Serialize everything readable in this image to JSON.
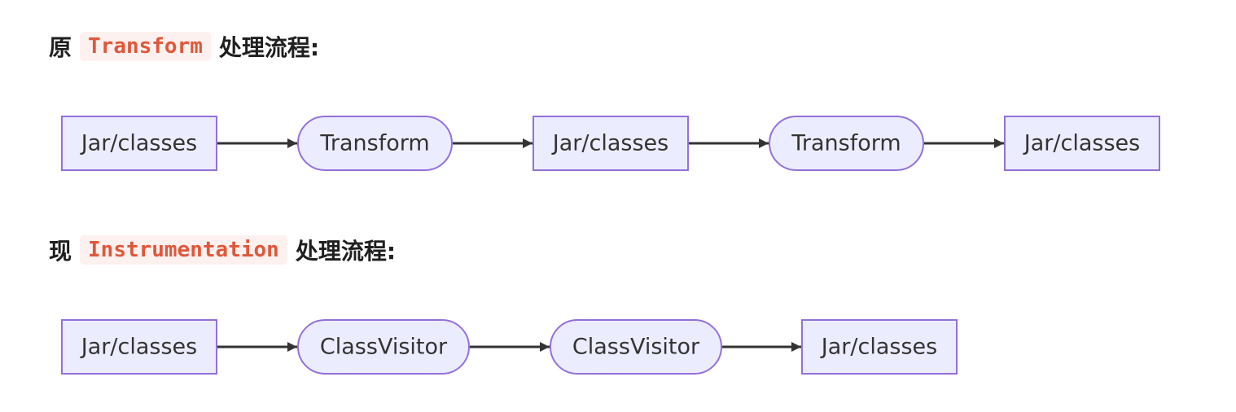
{
  "sections": [
    {
      "prefix": "原",
      "code": "Transform",
      "suffix": "处理流程:",
      "nodes": [
        {
          "label": "Jar/classes",
          "shape": "rect"
        },
        {
          "label": "Transform",
          "shape": "pill"
        },
        {
          "label": "Jar/classes",
          "shape": "rect"
        },
        {
          "label": "Transform",
          "shape": "pill"
        },
        {
          "label": "Jar/classes",
          "shape": "rect"
        }
      ]
    },
    {
      "prefix": "现",
      "code": "Instrumentation",
      "suffix": "处理流程:",
      "nodes": [
        {
          "label": "Jar/classes",
          "shape": "rect"
        },
        {
          "label": "ClassVisitor",
          "shape": "pill"
        },
        {
          "label": "ClassVisitor",
          "shape": "pill"
        },
        {
          "label": "Jar/classes",
          "shape": "rect"
        }
      ]
    }
  ],
  "colors": {
    "node_fill": "#ECECFF",
    "node_stroke": "#9370DB",
    "edge": "#333333",
    "text": "#333333",
    "code_text": "#e0573a",
    "code_bg": "#fdf1ef"
  }
}
